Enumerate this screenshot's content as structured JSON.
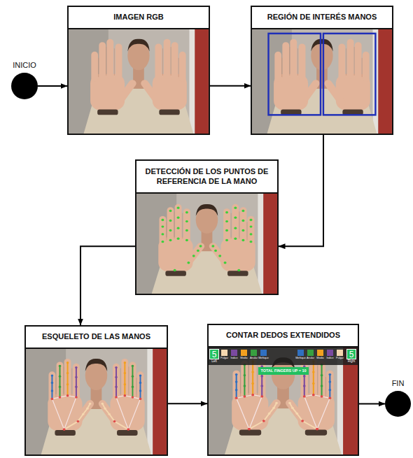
{
  "diagram": {
    "nodes": [
      {
        "text": [
          "INICIO"
        ]
      },
      {
        "text": [
          "IMAGEN RGB"
        ]
      },
      {
        "text": [
          "REGIÓN DE INTERÉS MANOS"
        ]
      },
      {
        "text": [
          "DETECCIÓN DE LOS PUNTOS DE REFERENCIA DE LA MANO"
        ]
      },
      {
        "text": [
          "ESQUELETO DE LAS MANOS"
        ]
      },
      {
        "text": [
          "CONTAR DEDOS EXTENDIDOS"
        ]
      },
      {
        "text": [
          "FIN"
        ]
      }
    ],
    "edges": [
      {
        "from": 0,
        "to": 1,
        "arrow": "to"
      },
      {
        "from": 1,
        "to": 2,
        "arrow": "to"
      },
      {
        "from": 2,
        "to": 3,
        "arrow": "to"
      },
      {
        "from": 3,
        "to": 4,
        "arrow": "to"
      },
      {
        "from": 4,
        "to": 5,
        "arrow": "to"
      },
      {
        "from": 5,
        "to": 6,
        "arrow": "to"
      }
    ],
    "labels": [
      "5",
      "Left",
      "Pulgar",
      "Índice",
      "Medio",
      "Anular",
      "Meñique",
      "Meñique",
      "Anular",
      "Medio",
      "Índice",
      "Pulgar",
      "5",
      "Right",
      "TOTAL FINGERS UP = 10"
    ]
  }
}
